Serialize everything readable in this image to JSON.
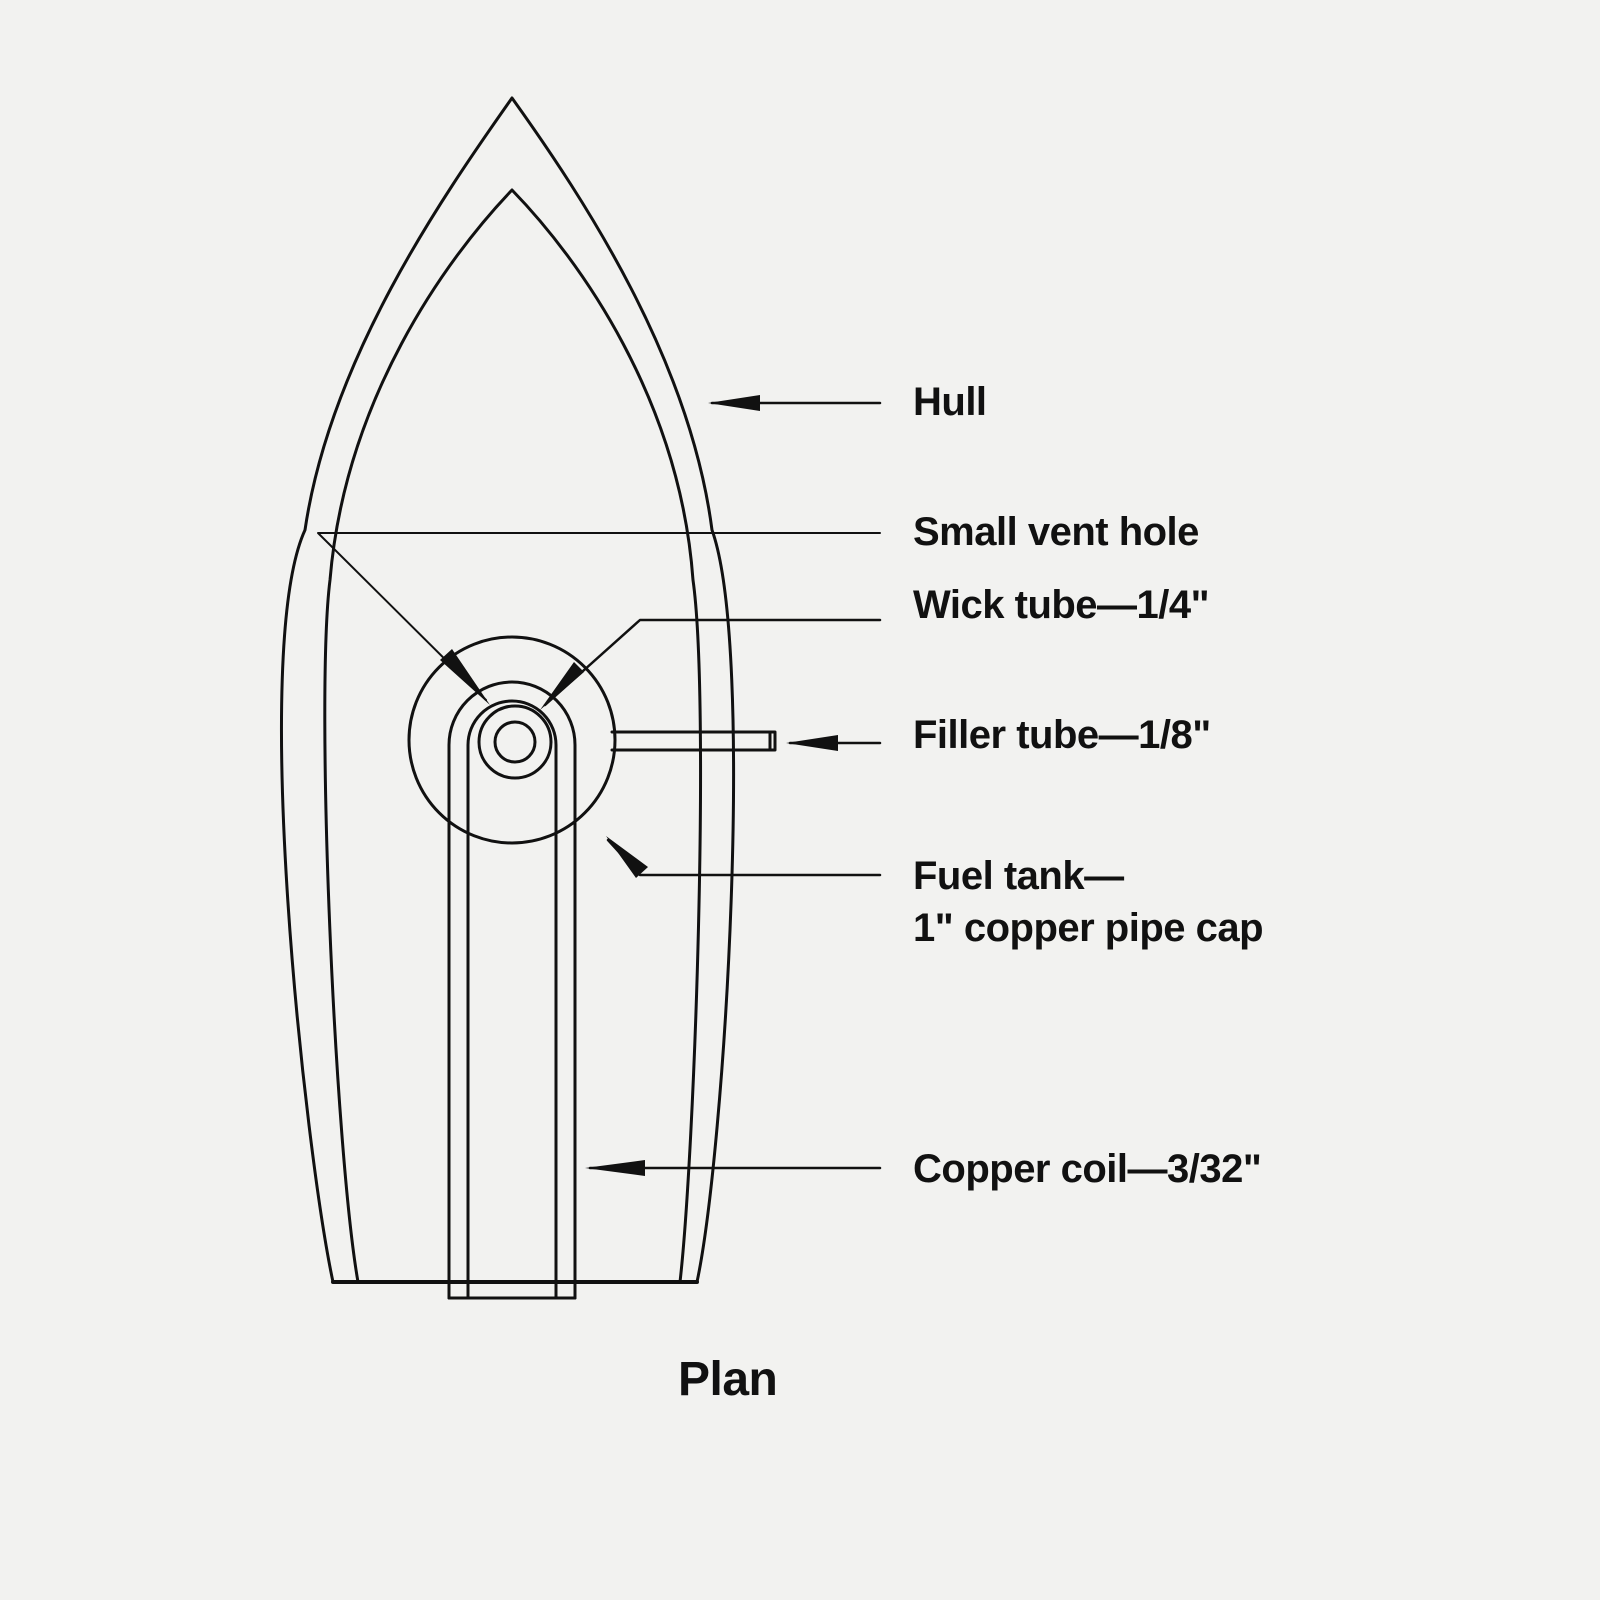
{
  "diagram": {
    "caption": "Plan",
    "labels": {
      "hull": "Hull",
      "vent": "Small vent hole",
      "wick": "Wick tube—1/4\"",
      "filler": "Filler tube—1/8\"",
      "fuel_line1": "Fuel tank—",
      "fuel_line2": "1\" copper pipe cap",
      "coil": "Copper coil—3/32\""
    }
  },
  "colors": {
    "ink": "#111111",
    "paper": "#f2f2f0"
  }
}
